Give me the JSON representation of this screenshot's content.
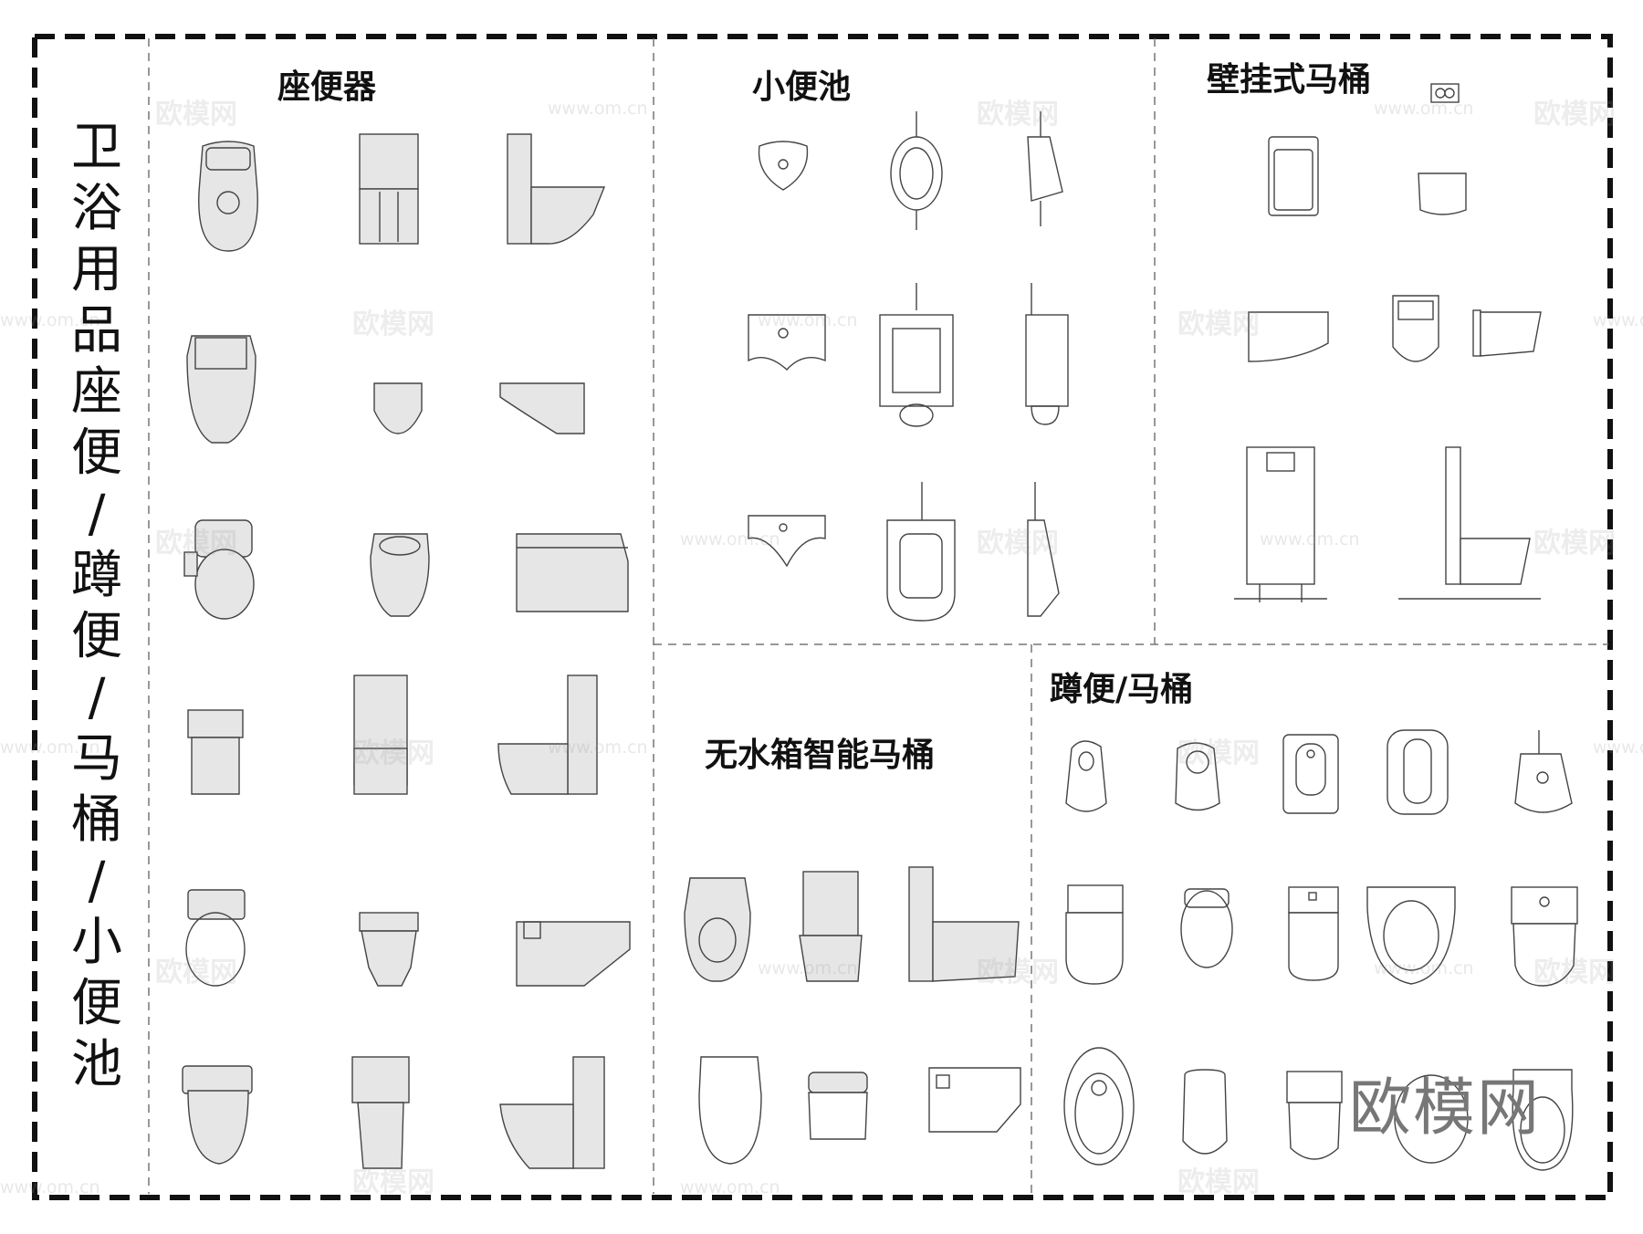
{
  "vertical_title": [
    "卫",
    "浴",
    "用",
    "品",
    "座",
    "便",
    "/",
    "蹲",
    "便",
    "/",
    "马",
    "桶",
    "/",
    "小",
    "便",
    "池"
  ],
  "sections": {
    "seat_toilets": "座便器",
    "urinals": "小便池",
    "wall_hung": "壁挂式马桶",
    "tankless_smart": "无水箱智能马桶",
    "squat_toilets": "蹲便/马桶"
  },
  "corner_logo": "欧模网",
  "watermarks": {
    "brand": "欧模网",
    "url": "www.om.cn"
  },
  "colors": {
    "ink": "#111111",
    "fill": "#e6e6e6",
    "outline": "#444444"
  }
}
